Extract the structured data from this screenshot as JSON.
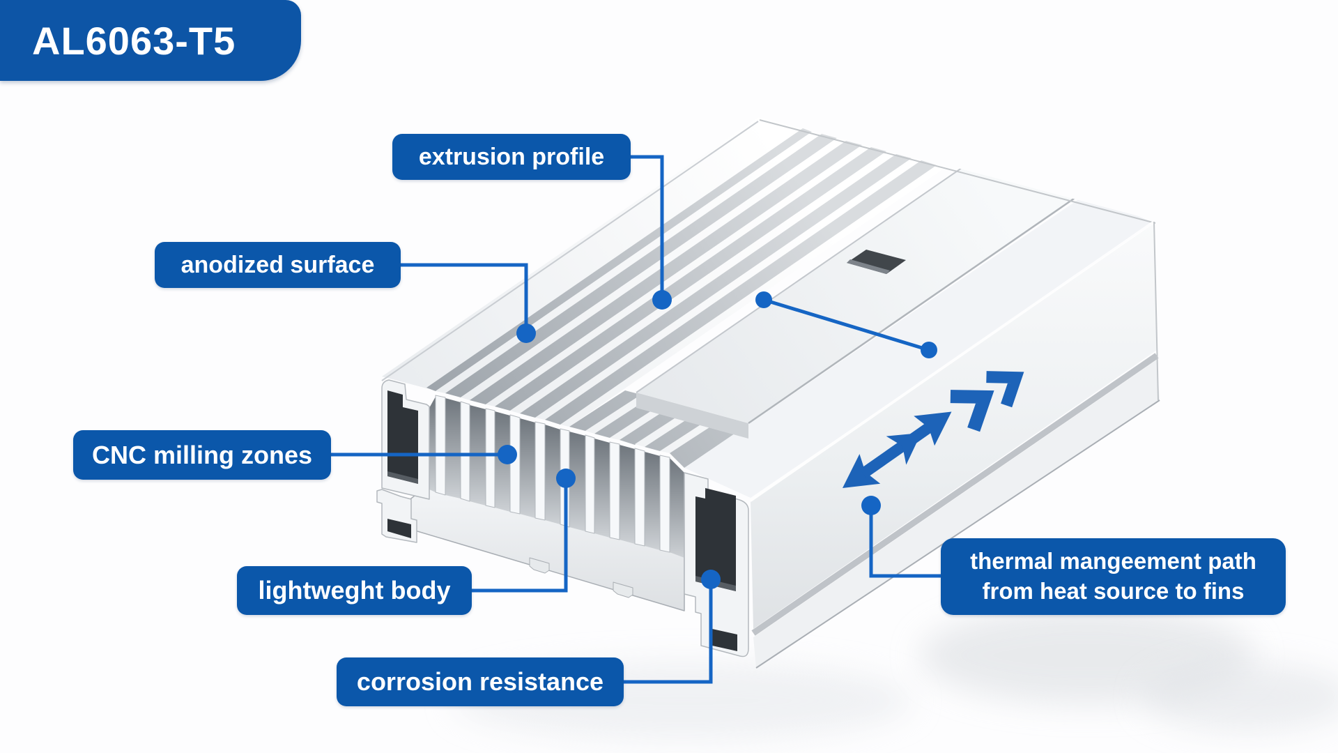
{
  "title_badge": {
    "label": "AL6063-T5"
  },
  "subject": {
    "description": "Extruded aluminum heatsink shown in isometric 3D view with finned top, milled flat zone, slotted end channels and side wall",
    "material_grade": "AL6063-T5"
  },
  "colors": {
    "badge_background": "#0d55a6",
    "label_background": "#0b57aa",
    "label_text": "#ffffff",
    "leader_line": "#1565c4",
    "flow_arrow": "#1d63b8",
    "metal_light": "#f4f6f8",
    "metal_mid": "#c7cbd0",
    "metal_shadow": "#8e959b",
    "cavity_dark": "#2e3338",
    "page_background": "#fdfdfe"
  },
  "callouts": [
    {
      "id": "extrusion-profile",
      "label": "extrusion profile"
    },
    {
      "id": "anodized-surface",
      "label": "anodized surface"
    },
    {
      "id": "cnc-milling-zones",
      "label": "CNC milling zones"
    },
    {
      "id": "lightweight-body",
      "label": "lightweght body"
    },
    {
      "id": "corrosion-resistance",
      "label": "corrosion resistance"
    },
    {
      "id": "thermal-path",
      "line1": "thermal mangeement path",
      "line2": "from heat source to fins"
    }
  ],
  "icons": {
    "thermal_flow": "double-headed-arrow-with-motion-chevrons"
  }
}
